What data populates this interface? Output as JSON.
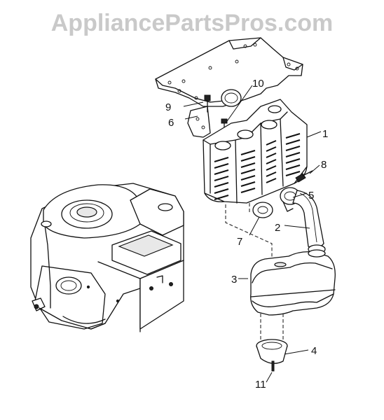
{
  "watermark": "AppliancePartsPros.com",
  "callouts": [
    {
      "id": "1",
      "label": "1"
    },
    {
      "id": "2",
      "label": "2"
    },
    {
      "id": "3",
      "label": "3"
    },
    {
      "id": "4",
      "label": "4"
    },
    {
      "id": "5",
      "label": "5"
    },
    {
      "id": "6",
      "label": "6"
    },
    {
      "id": "7",
      "label": "7"
    },
    {
      "id": "8",
      "label": "8"
    },
    {
      "id": "9",
      "label": "9"
    },
    {
      "id": "10",
      "label": "10"
    },
    {
      "id": "11",
      "label": "11"
    }
  ],
  "icons": {
    "engine": "engine-illustration",
    "frame": "mounting-bracket-illustration",
    "shield": "muffler-guard-illustration",
    "pipe": "exhaust-pipe-illustration",
    "muffler": "muffler-illustration",
    "deflector": "deflector-illustration"
  }
}
